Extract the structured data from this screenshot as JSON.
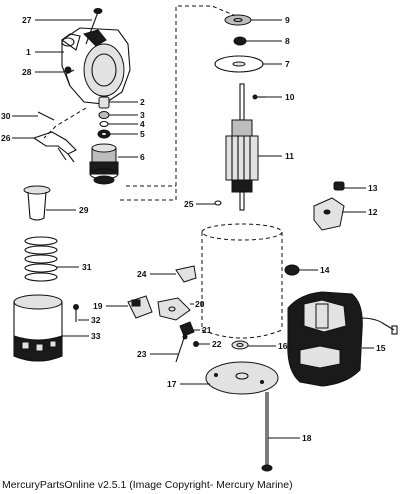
{
  "callouts": [
    "1",
    "2",
    "3",
    "4",
    "5",
    "6",
    "7",
    "8",
    "9",
    "10",
    "11",
    "12",
    "13",
    "14",
    "15",
    "16",
    "17",
    "18",
    "19",
    "20",
    "21",
    "22",
    "23",
    "24",
    "25",
    "26",
    "27",
    "28",
    "29",
    "30",
    "31",
    "32",
    "33"
  ],
  "copyright": "MercuryPartsOnline v2.5.1 (Image Copyright- Mercury Marine)"
}
